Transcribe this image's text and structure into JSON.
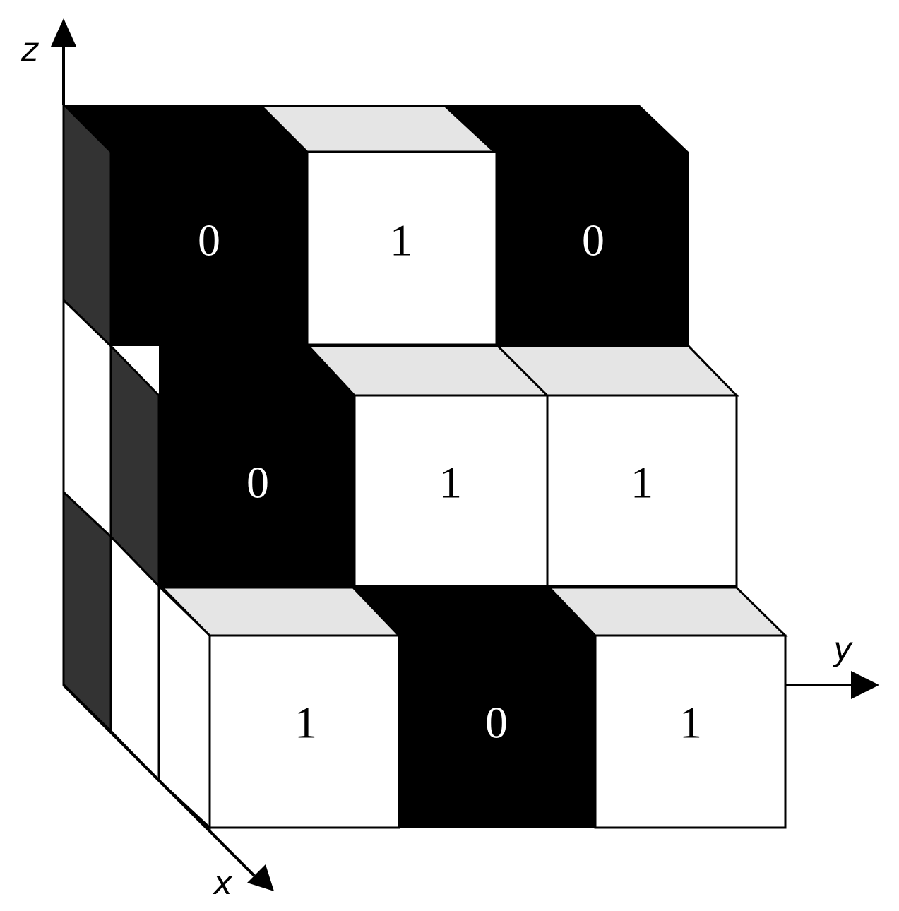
{
  "axes": {
    "z": "z",
    "y": "y",
    "x": "x"
  },
  "grid": {
    "rows": [
      [
        "0",
        "1",
        "0"
      ],
      [
        "0",
        "1",
        "1"
      ],
      [
        "1",
        "0",
        "1"
      ]
    ],
    "side_column": [
      "0",
      "1",
      "0"
    ]
  },
  "colors": {
    "one_front": "#ffffff",
    "one_top": "#e5e5e5",
    "zero_front": "#000000",
    "zero_side": "#333333",
    "line": "#000000"
  }
}
